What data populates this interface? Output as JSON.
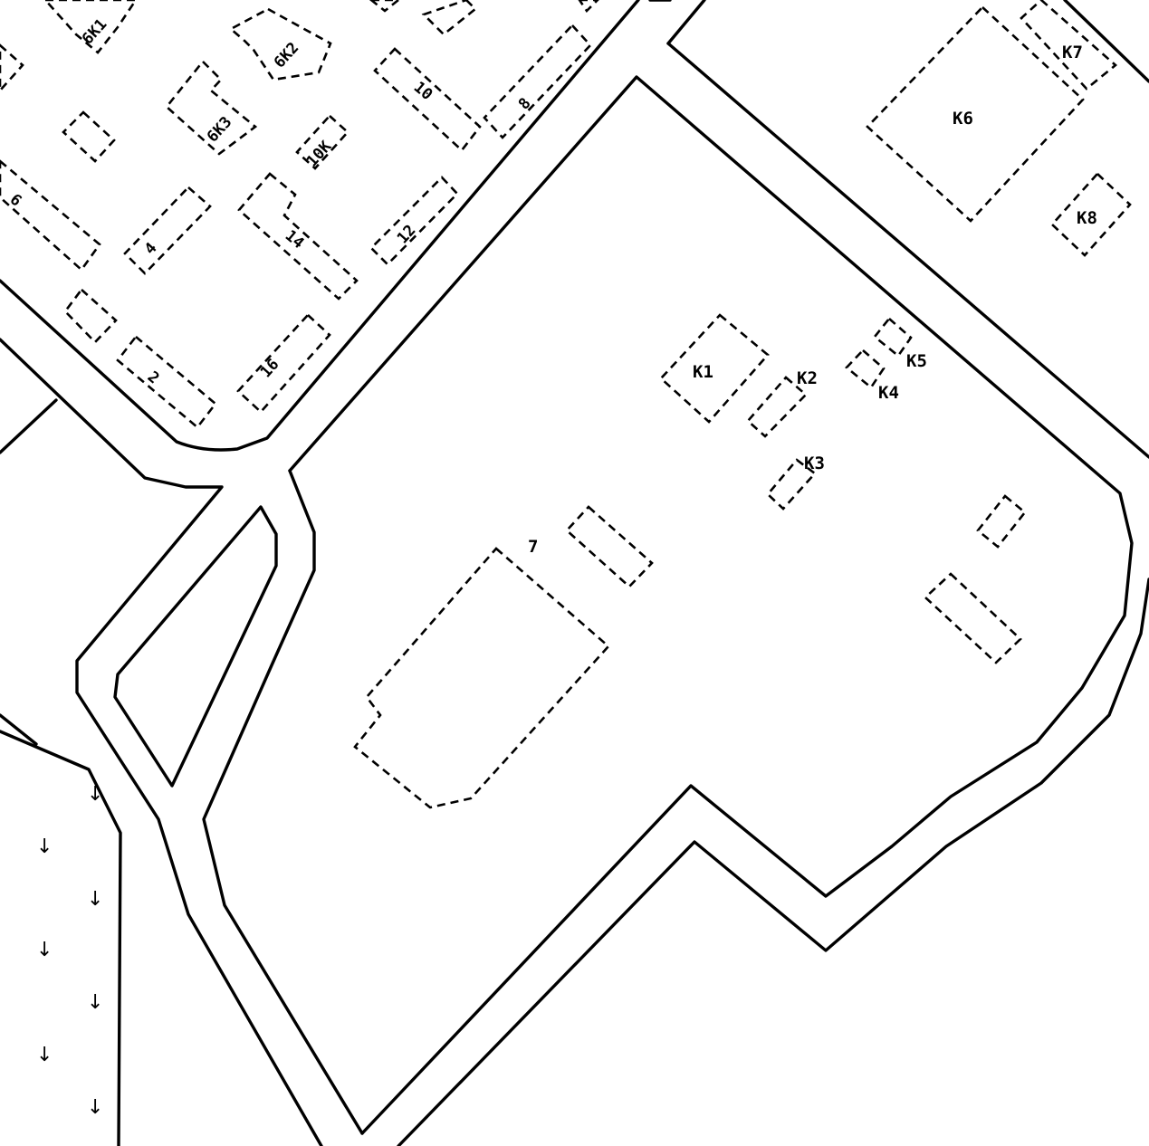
{
  "map": {
    "labels": {
      "k1": "К1",
      "k2": "К2",
      "k3": "К3",
      "k4": "К4",
      "k5": "К5",
      "k6": "К6",
      "k7": "К7",
      "k8": "К8",
      "b7": "7",
      "b2": "2",
      "b16": "16",
      "b4": "4",
      "b6": "6",
      "b14": "14",
      "b12": "12",
      "b10": "10",
      "b8": "8",
      "b10k": "10К",
      "b6k1": "6К1",
      "b6k2": "6К2",
      "b6k3": "6К3"
    },
    "marsh_symbol": "↓"
  }
}
